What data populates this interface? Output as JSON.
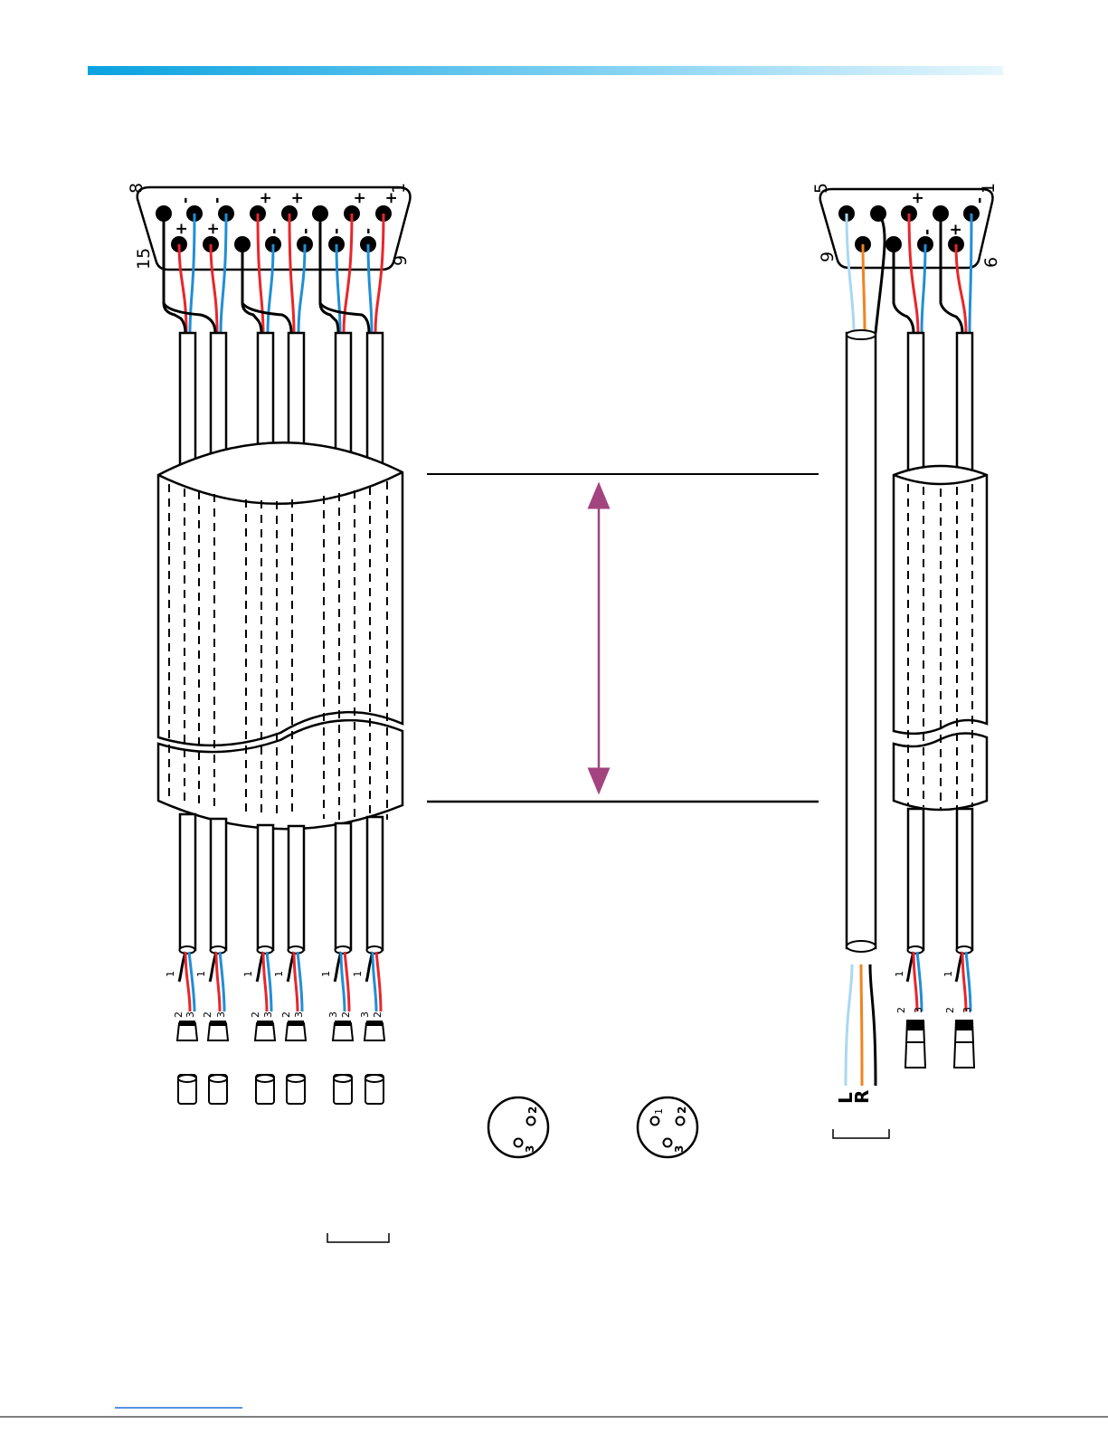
{
  "colors": {
    "header_bar_start": "#0aa2e0",
    "header_bar_end": "#e6f6fd",
    "wire_hot": "#e8262a",
    "wire_cold": "#1f8fd6",
    "wire_left": "#a9d8f2",
    "wire_right": "#f0841e",
    "dimension_arrow": "#a3437f"
  },
  "db25": {
    "pin_8": "8",
    "pin_1": "1",
    "pin_15": "15",
    "pin_9": "9",
    "top_marks": [
      "-",
      "-",
      "+",
      "+",
      "+",
      "+"
    ],
    "bottom_marks": [
      "+",
      "+",
      "-",
      "-",
      "-",
      "-"
    ]
  },
  "db9": {
    "pin_5": "5",
    "pin_1": "1",
    "pin_9": "9",
    "pin_6": "6",
    "top_marks": [
      "+",
      "-"
    ],
    "bottom_marks": [
      "+",
      "-"
    ]
  },
  "left_channels": [
    {
      "shield": "1",
      "a": "2",
      "b": "3"
    },
    {
      "shield": "1",
      "a": "2",
      "b": "3"
    },
    {
      "shield": "1",
      "a": "2",
      "b": "3"
    },
    {
      "shield": "1",
      "a": "2",
      "b": "3"
    },
    {
      "shield": "1",
      "a": "3",
      "b": "2"
    },
    {
      "shield": "1",
      "a": "3",
      "b": "2"
    }
  ],
  "right_channels": [
    {
      "shield": "1",
      "a": "2",
      "b": "3"
    },
    {
      "shield": "1",
      "a": "2",
      "b": "3"
    }
  ],
  "stereo": {
    "left": "L",
    "right": "R"
  },
  "xlr_female": {
    "pin2": "2",
    "pin3": "3"
  },
  "xlr_male": {
    "pin1": "1",
    "pin2": "2",
    "pin3": "3"
  }
}
